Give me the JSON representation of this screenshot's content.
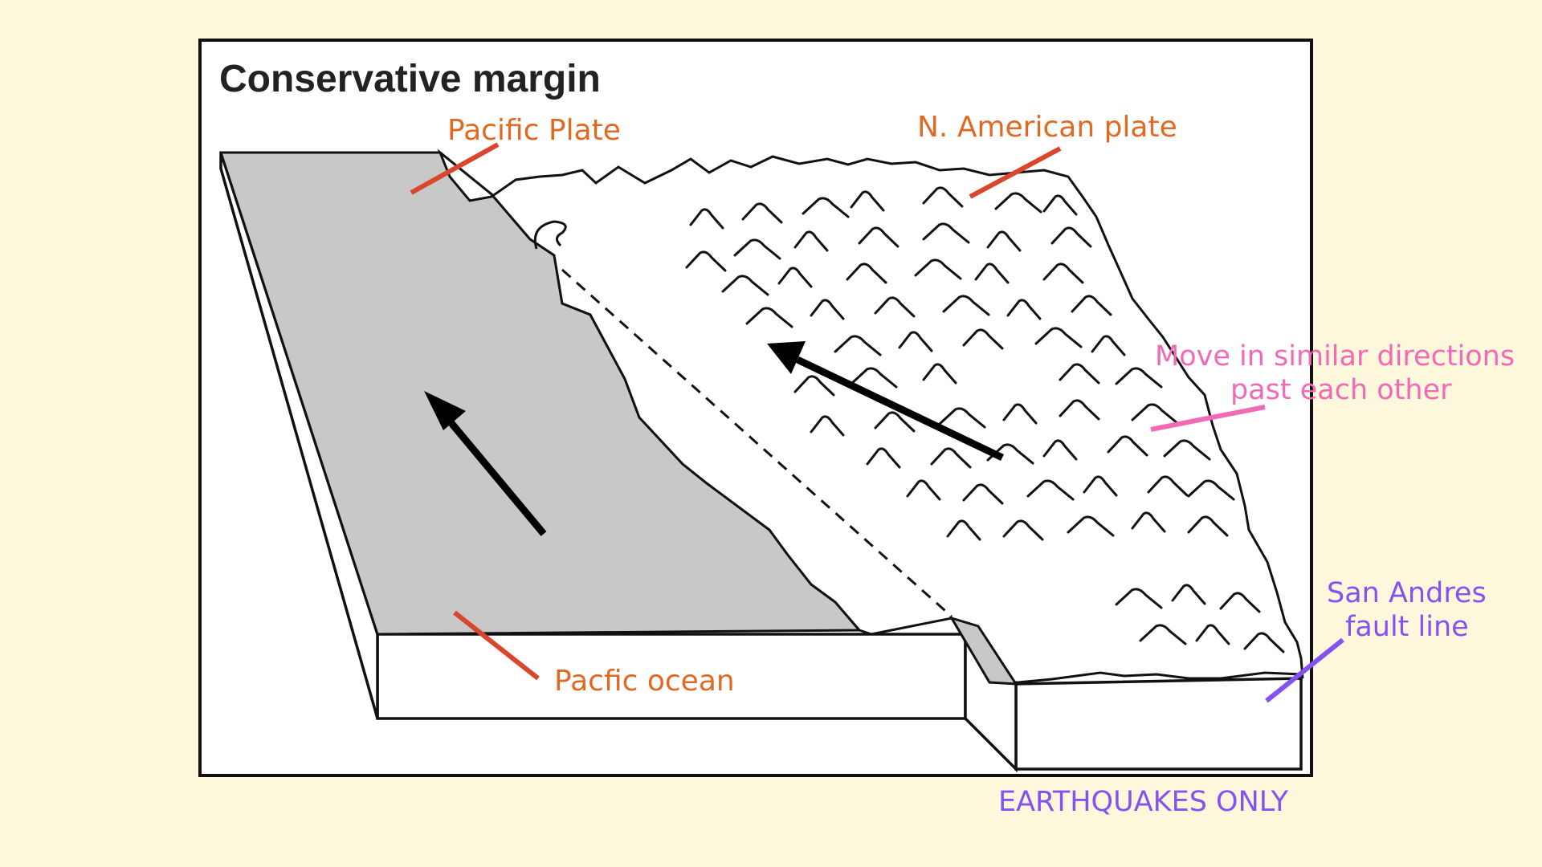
{
  "diagram": {
    "title": "Conservative margin",
    "labels": {
      "pacific_plate": "Pacific Plate",
      "na_plate": "N. American plate",
      "pacific_ocean": "Pacfic ocean",
      "movement_line1": "Move in similar directions",
      "movement_line2": "past each other",
      "fault_line1": "San Andres",
      "fault_line2": "fault line",
      "earthquakes": "EARTHQUAKES ONLY"
    },
    "colors": {
      "background": "#fdf7dc",
      "ocean": "#c8c8c8",
      "orange_annotation": "#e06a24",
      "pointer_red": "#d9462b",
      "pink_annotation": "#f26ab5",
      "purple_annotation": "#8452ee"
    }
  }
}
